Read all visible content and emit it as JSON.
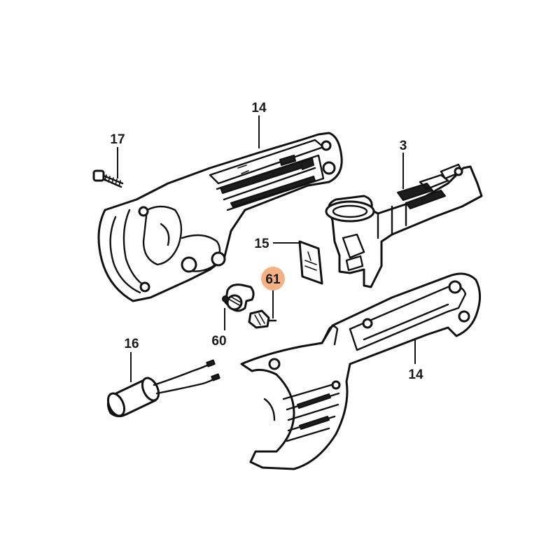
{
  "callouts": {
    "housing_upper": "14",
    "screw": "17",
    "switch": "3",
    "plate": "15",
    "part_61": "61",
    "part_60": "60",
    "capacitor": "16",
    "housing_lower": "14"
  },
  "colors": {
    "highlight": "#f4b183",
    "ink": "#111111",
    "background": "#ffffff"
  }
}
